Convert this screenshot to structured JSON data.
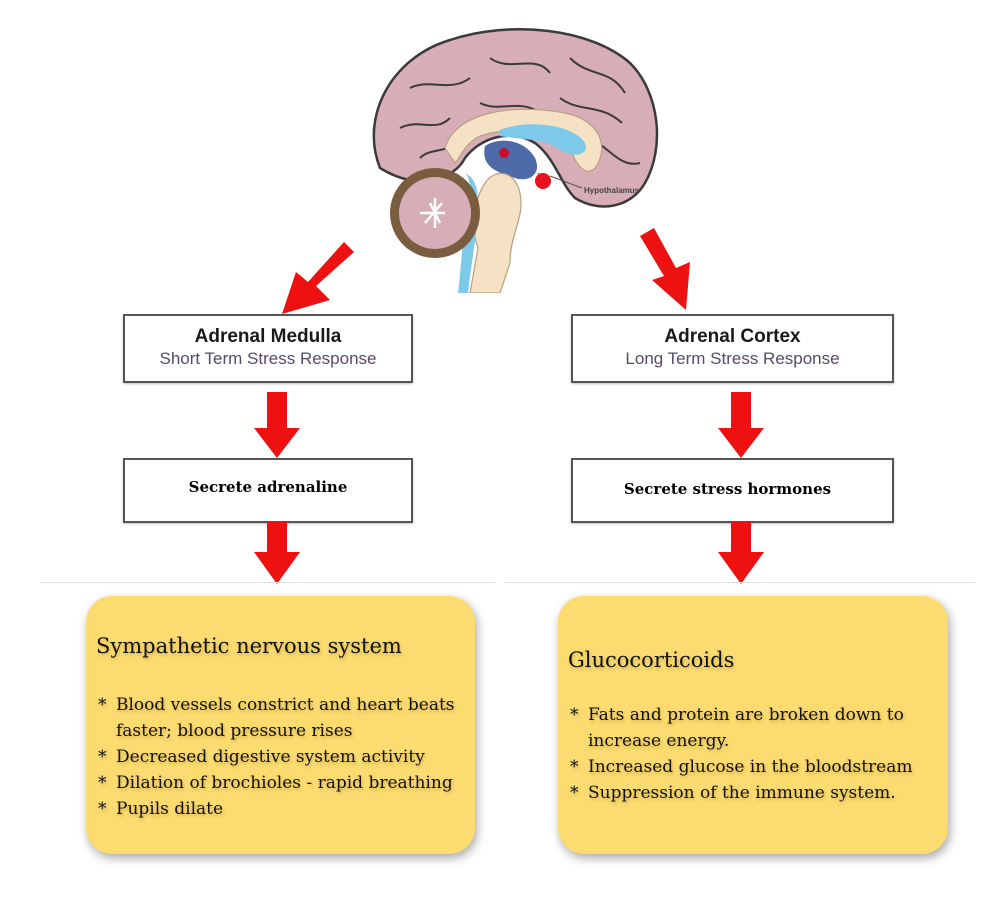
{
  "brain": {
    "label": "Hypothalamus",
    "icon": "brain-sagittal-section-icon"
  },
  "left_branch": {
    "gland_box": {
      "title": "Adrenal Medulla",
      "subtitle": "Short Term Stress Response"
    },
    "action_box": {
      "text": "Secrete adrenaline"
    },
    "effects_card": {
      "title": "Sympathetic nervous system",
      "items": [
        "Blood vessels constrict and heart beats faster; blood pressure rises",
        "Decreased digestive system activity",
        "Dilation of brochioles - rapid breathing",
        "Pupils dilate"
      ]
    }
  },
  "right_branch": {
    "gland_box": {
      "title": "Adrenal Cortex",
      "subtitle": "Long Term Stress Response"
    },
    "action_box": {
      "text": "Secrete stress hormones"
    },
    "effects_card": {
      "title": "Glucocorticoids",
      "items": [
        "Fats and protein are broken down to increase energy.",
        "Increased glucose in the bloodstream",
        "Suppression of the immune system."
      ]
    }
  },
  "colors": {
    "arrow": "#ee1111",
    "card_fill": "#fcdc70",
    "box_border": "#555555"
  }
}
